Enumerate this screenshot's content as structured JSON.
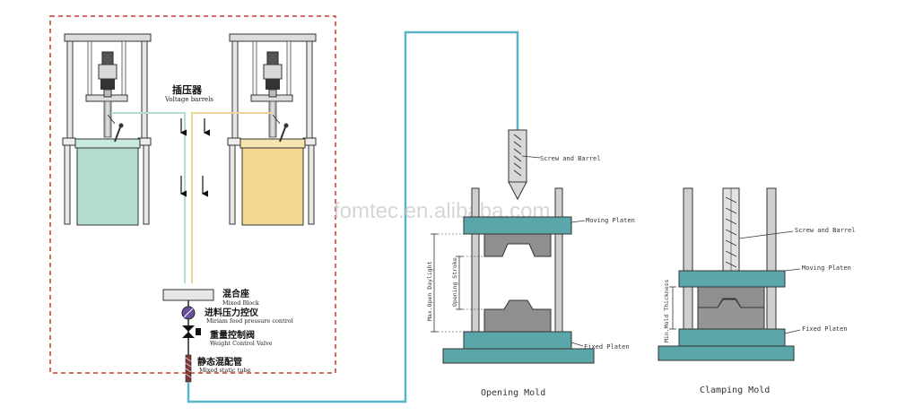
{
  "colors": {
    "frame": "#c83a2a",
    "pipe": "#5ab4c8",
    "platen": "#5aa6a8",
    "tank_left": "#b4ddd0",
    "tank_right": "#f2d890",
    "mold": "#8f8f8f",
    "column": "#cfcfcf"
  },
  "labels": {
    "barrels_cn": "插压器",
    "barrels_en": "Voltage barrels",
    "mixed_block_cn": "混合座",
    "mixed_block_en": "Mixed Block",
    "feed_control_cn": "进料压力控仪",
    "feed_control_en": "Miriam feed pressure control",
    "weight_valve_cn": "重量控制阀",
    "weight_valve_en": "Weight Control Valve",
    "static_tube_cn": "静态混配管",
    "static_tube_en": "Mixed static tube",
    "watermark": "fomtec.en.alibaba.com"
  },
  "opening": {
    "screw_label": "Screw and Barrel",
    "moving_label": "Moving Platen",
    "fixed_label": "Fixed Platen",
    "max_daylight": "Max.Open Daylight",
    "opening_stroke": "Opening Stroke",
    "caption": "Opening Mold"
  },
  "clamping": {
    "screw_label": "Screw and Barrel",
    "moving_label": "Moving Platen",
    "fixed_label": "Fixed Platen",
    "min_thickness": "Min.Mold Thickness",
    "caption": "Clamping Mold"
  }
}
